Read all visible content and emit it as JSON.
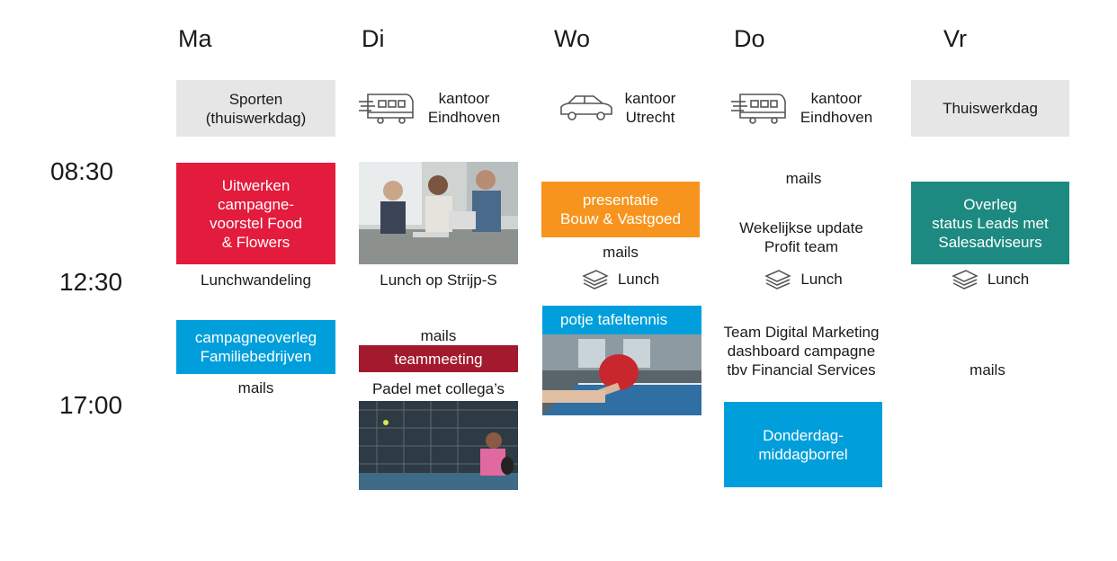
{
  "days": [
    "Ma",
    "Di",
    "Wo",
    "Do",
    "Vr"
  ],
  "times": [
    "08:30",
    "12:30",
    "17:00"
  ],
  "mon": {
    "top": "Sporten\n(thuiswerkdag)",
    "block1": "Uitwerken\ncampagne-\nvoorstel Food\n& Flowers",
    "lunch": "Lunchwandeling",
    "block2": "campagneoverleg\nFamiliebedrijven",
    "mails": "mails"
  },
  "tue": {
    "top": "kantoor\nEindhoven",
    "top_icon": "train-icon",
    "photo1": "meeting-photo",
    "lunch": "Lunch op Strijp-S",
    "mails": "mails",
    "block": "teammeeting",
    "padel": "Padel met collega’s",
    "photo2": "padel-photo"
  },
  "wed": {
    "top": "kantoor\nUtrecht",
    "top_icon": "car-icon",
    "block1": "presentatie\nBouw & Vastgoed",
    "mails": "mails",
    "lunch": "Lunch",
    "lunch_icon": "sandwich-icon",
    "block2": "potje tafeltennis",
    "photo": "table-tennis-photo"
  },
  "thu": {
    "top": "kantoor\nEindhoven",
    "top_icon": "train-icon",
    "mails": "mails",
    "update": "Wekelijkse update\nProfit team",
    "lunch": "Lunch",
    "lunch_icon": "sandwich-icon",
    "team": "Team Digital Marketing\ndashboard campagne\ntbv Financial Services",
    "block": "Donderdag-\nmiddagborrel"
  },
  "fri": {
    "top": "Thuiswerkdag",
    "block": "Overleg\nstatus Leads met\nSalesadviseurs",
    "lunch": "Lunch",
    "lunch_icon": "sandwich-icon",
    "mails": "mails"
  },
  "colors": {
    "grey": "#e6e6e6",
    "red": "#e31b3c",
    "orange": "#f7941d",
    "teal": "#1c8a81",
    "blue": "#009fdb",
    "darkred": "#a3192d"
  }
}
